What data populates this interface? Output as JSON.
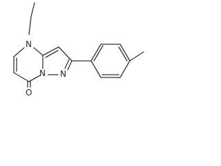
{
  "molecule": {
    "atoms": {
      "n4": "N",
      "n1": "N",
      "n8a": "N",
      "o7": "O"
    },
    "colors": {
      "bond": "#333333",
      "label": "#262626",
      "background": "#ffffff"
    }
  }
}
